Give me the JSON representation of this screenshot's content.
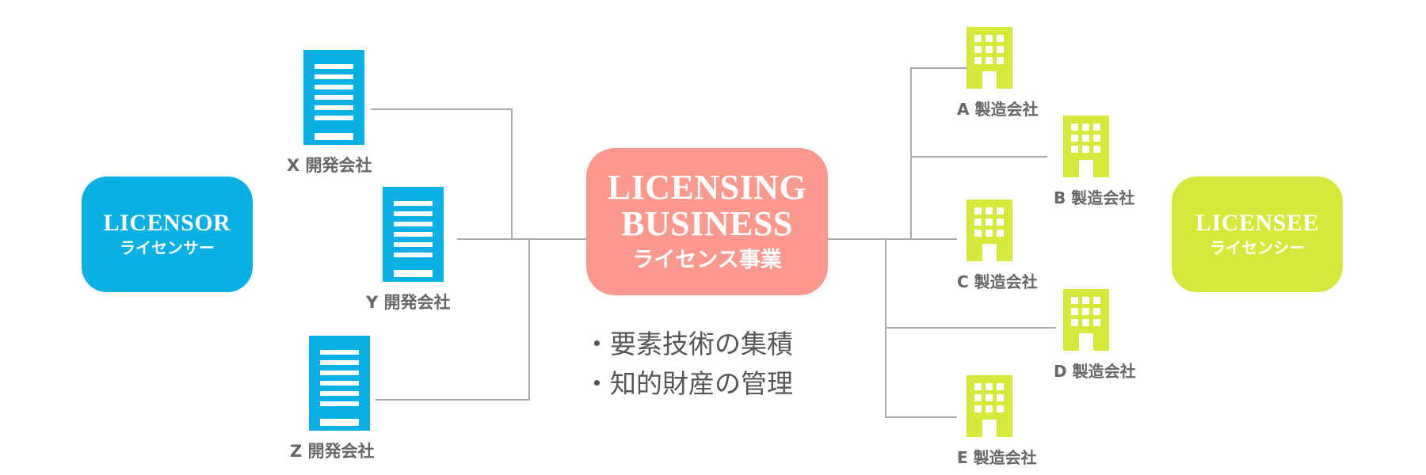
{
  "colors": {
    "licensor": "#09b0e6",
    "center": "#fc998c",
    "licensee": "#d6e93a",
    "connector": "#aaaaaa",
    "label_text": "#666666"
  },
  "licensor": {
    "title": "LICENSOR",
    "subtitle": "ライセンサー"
  },
  "center": {
    "title_line1": "LICENSING",
    "title_line2": "BUSINESS",
    "subtitle": "ライセンス事業"
  },
  "licensee": {
    "title": "LICENSEE",
    "subtitle": "ライセンシー"
  },
  "developers": [
    {
      "label": "X 開発会社",
      "icon": "document-icon"
    },
    {
      "label": "Y 開発会社",
      "icon": "document-icon"
    },
    {
      "label": "Z 開発会社",
      "icon": "document-icon"
    }
  ],
  "manufacturers": [
    {
      "label": "A 製造会社",
      "icon": "building-icon"
    },
    {
      "label": "B 製造会社",
      "icon": "building-icon"
    },
    {
      "label": "C 製造会社",
      "icon": "building-icon"
    },
    {
      "label": "D 製造会社",
      "icon": "building-icon"
    },
    {
      "label": "E 製造会社",
      "icon": "building-icon"
    }
  ],
  "bullets": [
    "・要素技術の集積",
    "・知的財産の管理"
  ]
}
